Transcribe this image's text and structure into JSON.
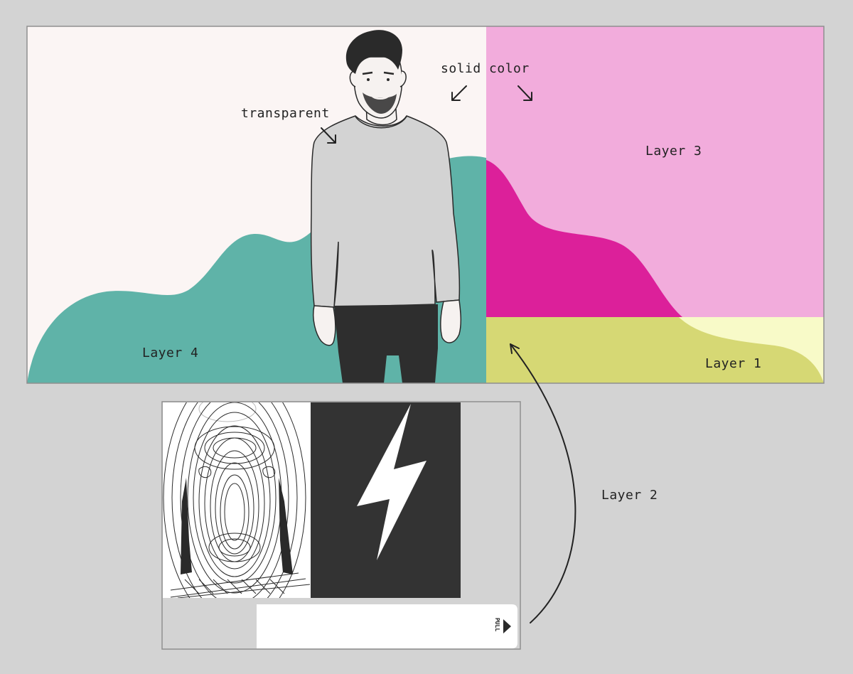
{
  "labels": {
    "solid_color": "solid color",
    "transparent": "transparent",
    "layer_1": "Layer 1",
    "layer_2": "Layer 2",
    "layer_3": "Layer 3",
    "layer_4": "Layer 4",
    "pull_tab": "PULL"
  },
  "colors": {
    "page_background": "#d3d3d3",
    "top_panel_background": "#fbf5f4",
    "layer_4_teal": "#5fb3a8",
    "layer_3_pink": "#f2acdc",
    "layer_3_magenta": "#dc209a",
    "layer_1_yellow": "#d6d874",
    "layer_1_pale": "#f8fac8",
    "bottom_dark": "#333333",
    "sweater_grey": "#d3d3d3",
    "pants_dark": "#2e2e2e"
  },
  "icons": {
    "lightning": "lightning-bolt-icon",
    "pull_arrow": "triangle-right-icon"
  }
}
